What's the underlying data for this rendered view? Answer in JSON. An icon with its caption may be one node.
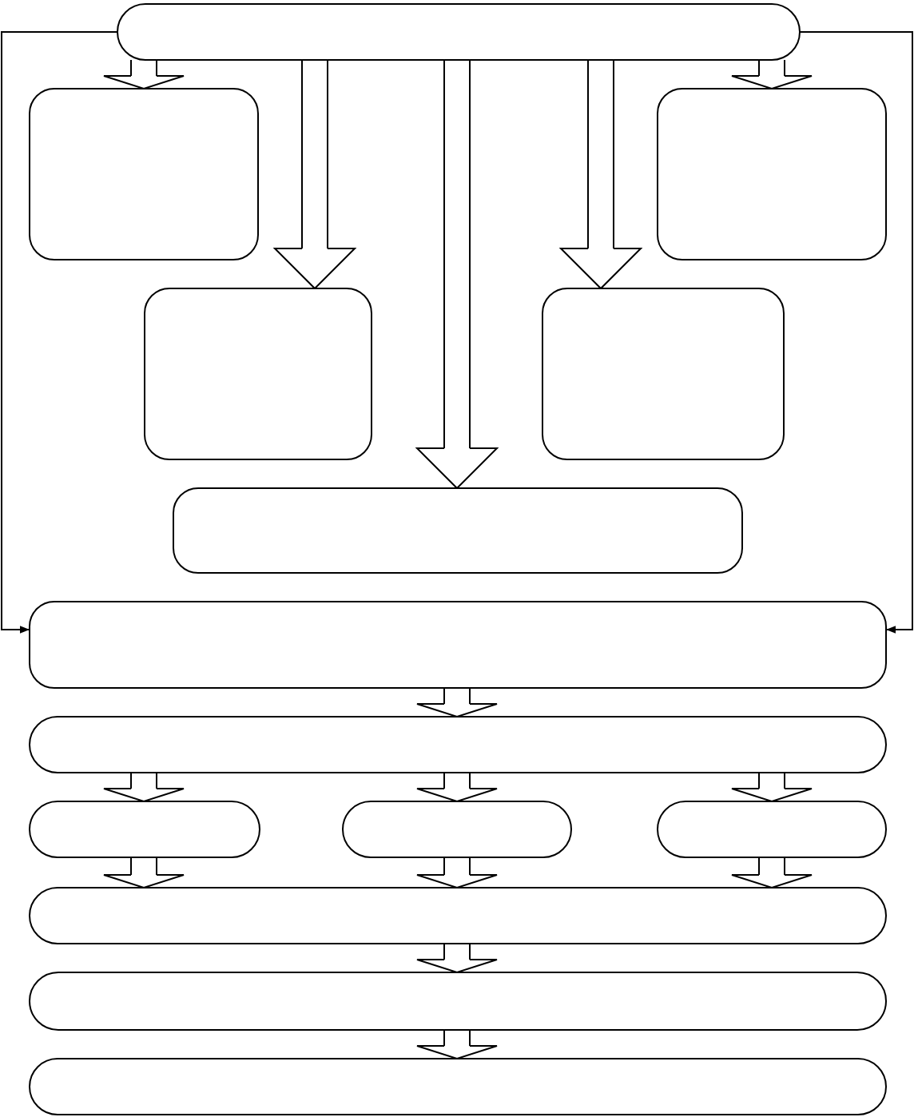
{
  "diagram": {
    "nodes": [
      {
        "text": [],
        "shape": "box"
      },
      {
        "text": [],
        "shape": "box"
      },
      {
        "text": [],
        "shape": "box"
      },
      {
        "text": [],
        "shape": "box"
      },
      {
        "text": [],
        "shape": "box"
      },
      {
        "text": [],
        "shape": "box"
      },
      {
        "text": [],
        "shape": "box"
      },
      {
        "text": [],
        "shape": "box"
      },
      {
        "text": [],
        "shape": "box"
      },
      {
        "text": [],
        "shape": "box"
      },
      {
        "text": [],
        "shape": "box"
      },
      {
        "text": [],
        "shape": "box"
      },
      {
        "text": [],
        "shape": "box"
      },
      {
        "text": [],
        "shape": "box"
      }
    ],
    "edges": [
      {
        "from": 0,
        "to": 1,
        "arrow": "to",
        "style": "thick"
      },
      {
        "from": 0,
        "to": 2,
        "arrow": "to",
        "style": "thick"
      },
      {
        "from": 0,
        "to": 3,
        "arrow": "to",
        "style": "thick"
      },
      {
        "from": 0,
        "to": 4,
        "arrow": "to",
        "style": "thick"
      },
      {
        "from": 0,
        "to": 5,
        "arrow": "to",
        "style": "thick"
      },
      {
        "from": 0,
        "to": 6,
        "arrow": "to"
      },
      {
        "from": 0,
        "to": 6,
        "arrow": "to"
      },
      {
        "from": 6,
        "to": 7,
        "arrow": "to",
        "style": "thick"
      },
      {
        "from": 7,
        "to": 8,
        "arrow": "to",
        "style": "thick"
      },
      {
        "from": 7,
        "to": 9,
        "arrow": "to",
        "style": "thick"
      },
      {
        "from": 7,
        "to": 10,
        "arrow": "to",
        "style": "thick"
      },
      {
        "from": 8,
        "to": 11,
        "arrow": "to",
        "style": "thick"
      },
      {
        "from": 9,
        "to": 11,
        "arrow": "to",
        "style": "thick"
      },
      {
        "from": 10,
        "to": 11,
        "arrow": "to",
        "style": "thick"
      },
      {
        "from": 11,
        "to": 12,
        "arrow": "to",
        "style": "thick"
      },
      {
        "from": 12,
        "to": 13,
        "arrow": "to",
        "style": "thick"
      }
    ]
  }
}
